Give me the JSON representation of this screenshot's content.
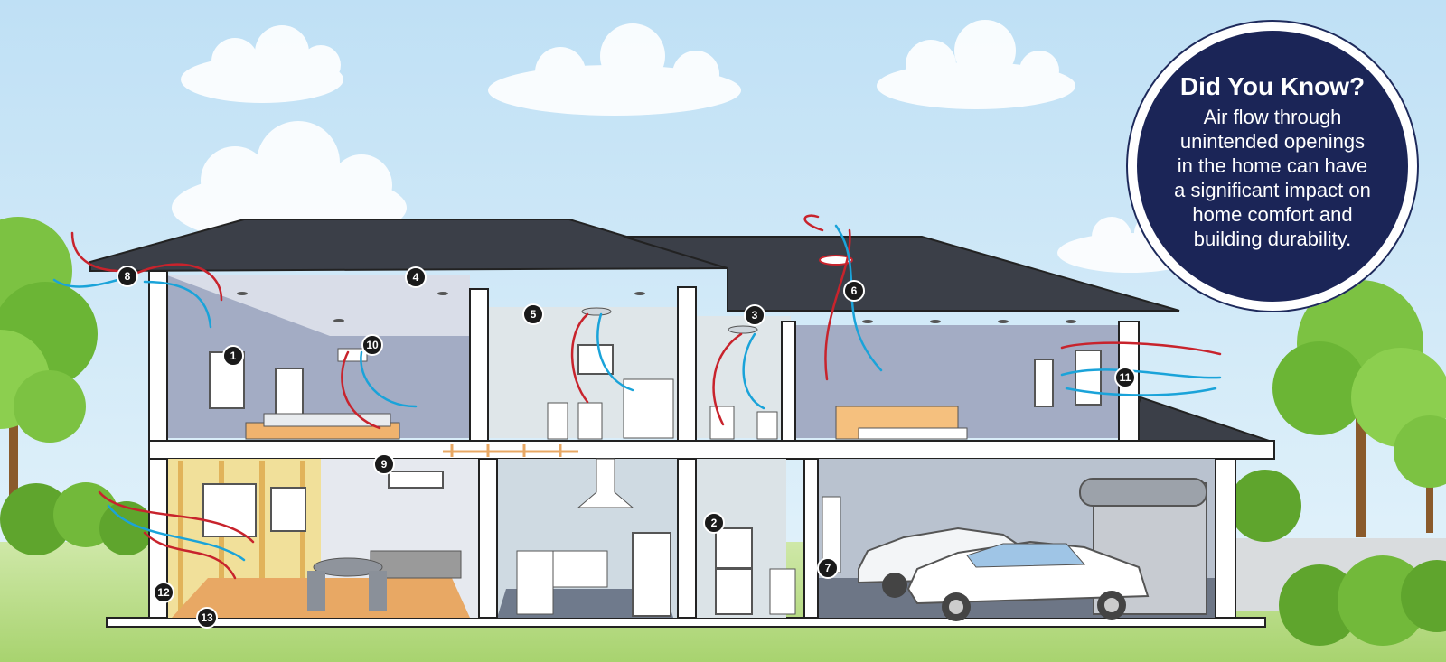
{
  "info": {
    "title": "Did You Know?",
    "lines": [
      "Air flow through",
      "unintended openings",
      "in the home can have",
      "a significant impact on",
      "home comfort and",
      "building durability."
    ]
  },
  "markers": [
    "1",
    "2",
    "3",
    "4",
    "5",
    "6",
    "7",
    "8",
    "9",
    "10",
    "11",
    "12",
    "13"
  ],
  "colors": {
    "sky": "#cfe8f7",
    "roof": "#3b3f48",
    "wall_blue": "#9ea8c2",
    "floor_wood": "#e8a864",
    "air_warm": "#c8232c",
    "air_cool": "#1aa3d9",
    "panel_navy": "#1b2557",
    "tree_green": "#7cc242"
  }
}
